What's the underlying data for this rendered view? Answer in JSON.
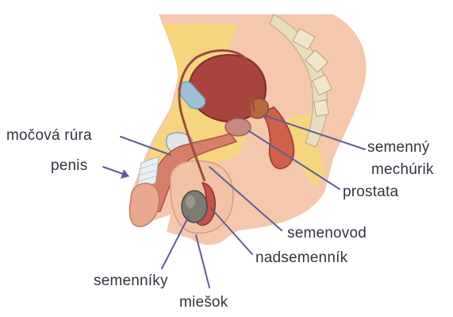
{
  "labels": {
    "urethra": "močová rúra",
    "penis": "penis",
    "seminal_vesicle_line1": "semenný",
    "seminal_vesicle_line2": "mechúrik",
    "prostate": "prostata",
    "vas_deferens": "semenovod",
    "epididymis": "nadsemenník",
    "testes": "semenníky",
    "scrotum": "miešok"
  },
  "colors": {
    "leader_line": "#5f5f95",
    "text": "#2f3640",
    "skin": "#f5c8ae",
    "fat": "#f4d877",
    "muscle": "#c9614f",
    "bladder": "#a8443d",
    "bone": "#e9ddc0",
    "testis": "#7b7d72"
  }
}
